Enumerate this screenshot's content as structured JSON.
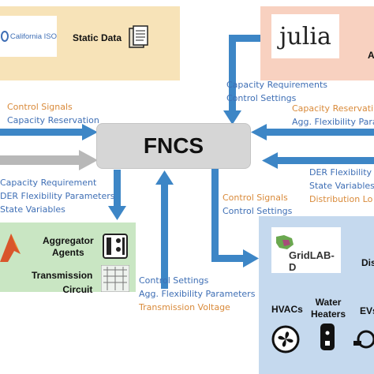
{
  "center": {
    "title": "FNCS"
  },
  "top_left": {
    "logo_text": "California ISO",
    "label": "Static Data"
  },
  "top_right": {
    "logo_text": "julia",
    "label_fragment": "A"
  },
  "bottom_left": {
    "aggregator": "Aggregator\nAgents",
    "transmission": "Transmission\nCircuit"
  },
  "bottom_right": {
    "logo_text": "GridLAB-D",
    "label_fragment": "Dis",
    "hvacs": "HVACs",
    "water": "Water\nHeaters",
    "evs": "EVs"
  },
  "labels": {
    "top_left_arrow": [
      "Control Signals",
      "Capacity Reservation"
    ],
    "top_right_down": [
      "Capacity Requirements",
      "Control Settings"
    ],
    "right_in": [
      "Capacity Reservati",
      "Agg. Flexibility Para"
    ],
    "left_down": [
      "Capacity Requirement",
      "DER Flexibility Parameters",
      "State Variables"
    ],
    "right_down": [
      "Control Signals",
      "Control Settings"
    ],
    "right_out": [
      "DER Flexibility",
      "State Variables",
      "Distribution Lo"
    ],
    "bottom_up": [
      "Control Settings",
      "Agg. Flexibility Parameters",
      "Transmission Voltage"
    ]
  },
  "colors": {
    "arrow": "#3d86c6",
    "gray_arrow": "#b8b8b8",
    "peach": "#f7e3b8",
    "salmon": "#f8d1c0",
    "green": "#c9e6c3",
    "lightblue": "#c5d9ee",
    "fncs_box": "#d6d6d6"
  }
}
